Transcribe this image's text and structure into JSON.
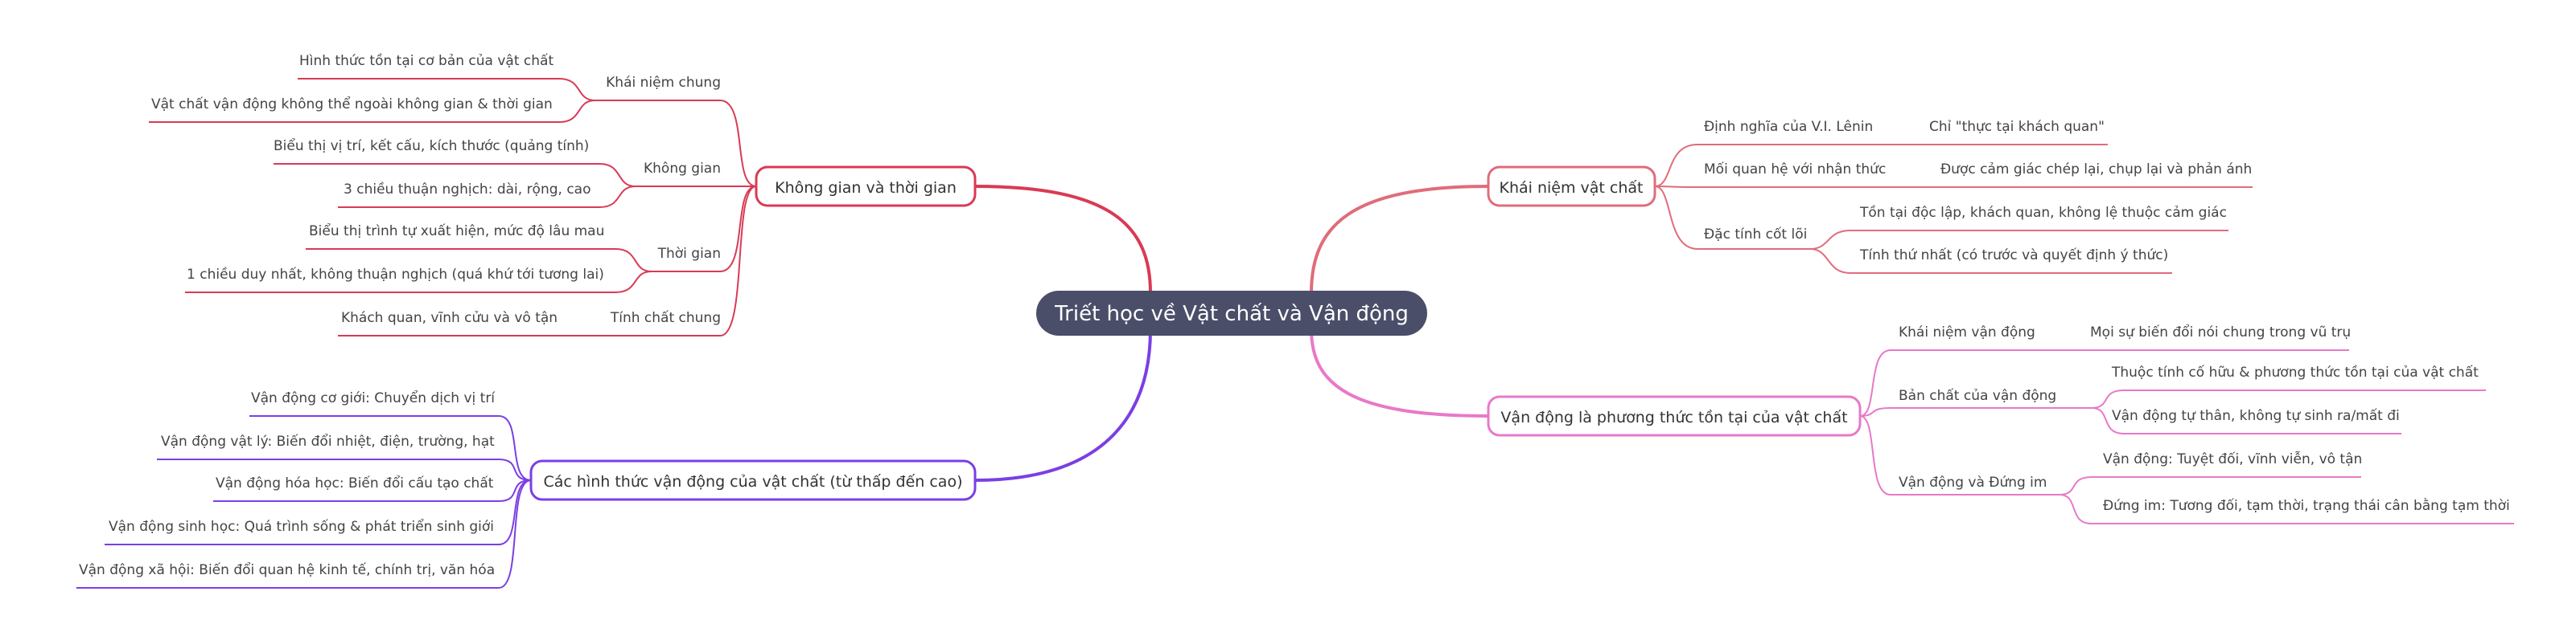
{
  "root": "Triết học về Vật chất và Vận động",
  "colors": {
    "root_bg": "#4a4e69",
    "khai_niem": "#e06c7a",
    "van_dong": "#e879c8",
    "khong_gian": "#d93a55",
    "hinh_thuc": "#7b3fe4"
  },
  "khai_niem_vat_chat": {
    "label": "Khái niệm vật chất",
    "dinh_nghia": {
      "label": "Định nghĩa của V.I. Lênin",
      "leaf": "Chỉ \"thực tại khách quan\""
    },
    "moi_quan_he": {
      "label": "Mối quan hệ với nhận thức",
      "leaf": "Được cảm giác chép lại, chụp lại và phản ánh"
    },
    "dac_tinh": {
      "label": "Đặc tính cốt lõi",
      "leaves": [
        "Tồn tại độc lập, khách quan, không lệ thuộc cảm giác",
        "Tính thứ nhất (có trước và quyết định ý thức)"
      ]
    }
  },
  "van_dong": {
    "label": "Vận động là phương thức tồn tại của vật chất",
    "khai_niem": {
      "label": "Khái niệm vận động",
      "leaf": "Mọi sự biến đổi nói chung trong vũ trụ"
    },
    "ban_chat": {
      "label": "Bản chất của vận động",
      "leaves": [
        "Thuộc tính cố hữu & phương thức tồn tại của vật chất",
        "Vận động tự thân, không tự sinh ra/mất đi"
      ]
    },
    "dung_im": {
      "label": "Vận động và Đứng im",
      "leaves": [
        "Vận động: Tuyệt đối, vĩnh viễn, vô tận",
        "Đứng im: Tương đối, tạm thời, trạng thái cân bằng tạm thời"
      ]
    }
  },
  "khong_gian_thoi_gian": {
    "label": "Không gian và thời gian",
    "khai_niem_chung": {
      "label": "Khái niệm chung",
      "leaves": [
        "Hình thức tồn tại cơ bản của vật chất",
        "Vật chất vận động không thể ngoài không gian & thời gian"
      ]
    },
    "khong_gian": {
      "label": "Không gian",
      "leaves": [
        "Biểu thị vị trí, kết cấu, kích thước (quảng tính)",
        "3 chiều thuận nghịch: dài, rộng, cao"
      ]
    },
    "thoi_gian": {
      "label": "Thời gian",
      "leaves": [
        "Biểu thị trình tự xuất hiện, mức độ lâu mau",
        "1 chiều duy nhất, không thuận nghịch (quá khứ tới tương lai)"
      ]
    },
    "tinh_chat": {
      "label": "Tính chất chung",
      "leaf": "Khách quan, vĩnh cửu và vô tận"
    }
  },
  "hinh_thuc_van_dong": {
    "label": "Các hình thức vận động của vật chất (từ thấp đến cao)",
    "leaves": [
      "Vận động cơ giới: Chuyển dịch vị trí",
      "Vận động vật lý: Biến đổi nhiệt, điện, trường, hạt",
      "Vận động hóa học: Biến đổi cấu tạo chất",
      "Vận động sinh học: Quá trình sống & phát triển sinh giới",
      "Vận động xã hội: Biến đổi quan hệ kinh tế, chính trị, văn hóa"
    ]
  }
}
